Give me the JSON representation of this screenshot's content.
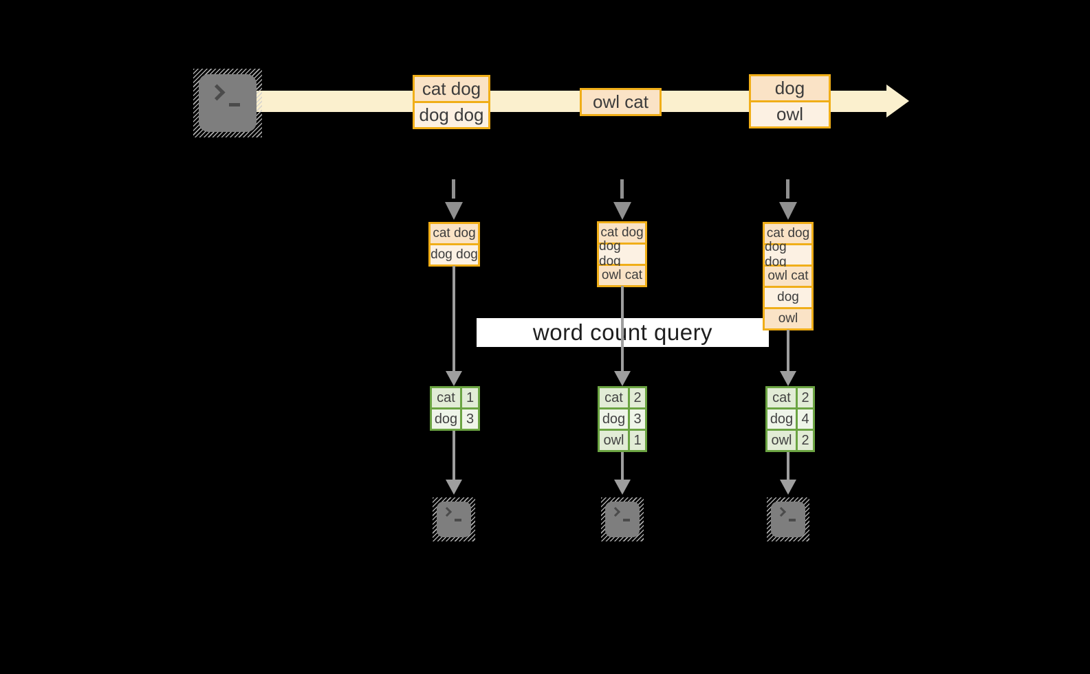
{
  "colors": {
    "background": "#000000",
    "stream_band": "#FBF0CE",
    "box_border": "#F0AE18",
    "box_fill_dark": "#FAE3C6",
    "box_fill_light": "#FCF1E3",
    "table_border": "#6BA442",
    "table_fill_dark": "#E2ECD6",
    "table_fill_light": "#EFF5E9",
    "arrow_gray": "#9E9E9E",
    "icon_gray": "#7E7E7E",
    "query_band_bg": "#FFFFFF"
  },
  "query_label": "word count query",
  "stream": {
    "events": [
      {
        "rows": [
          "cat dog",
          "dog dog"
        ]
      },
      {
        "rows": [
          "owl cat"
        ]
      },
      {
        "rows": [
          "dog",
          "owl"
        ]
      }
    ]
  },
  "snapshots": [
    {
      "inputs": [
        "cat dog",
        "dog dog"
      ],
      "counts": [
        [
          "cat",
          "1"
        ],
        [
          "dog",
          "3"
        ]
      ]
    },
    {
      "inputs": [
        "cat dog",
        "dog dog",
        "owl cat"
      ],
      "counts": [
        [
          "cat",
          "2"
        ],
        [
          "dog",
          "3"
        ],
        [
          "owl",
          "1"
        ]
      ]
    },
    {
      "inputs": [
        "cat dog",
        "dog dog",
        "owl cat",
        "dog",
        "owl"
      ],
      "counts": [
        [
          "cat",
          "2"
        ],
        [
          "dog",
          "4"
        ],
        [
          "owl",
          "2"
        ]
      ]
    }
  ],
  "icons": {
    "source": "terminal-icon",
    "outputs": [
      "terminal-icon",
      "terminal-icon",
      "terminal-icon"
    ]
  }
}
